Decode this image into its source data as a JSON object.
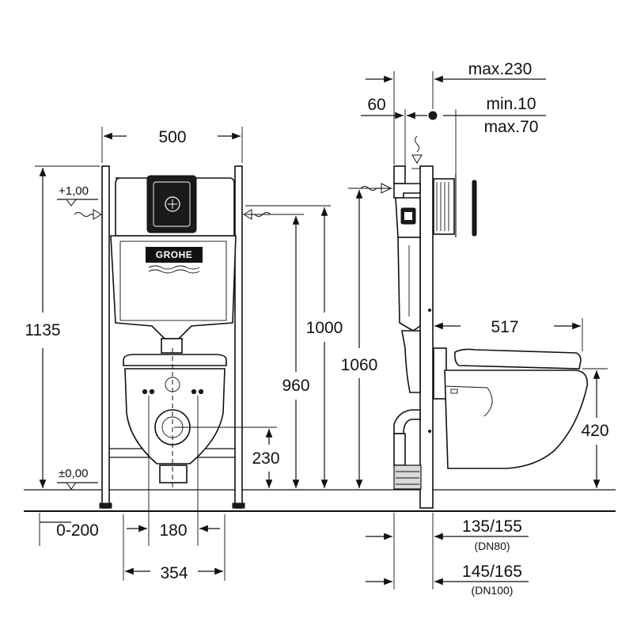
{
  "front_view": {
    "width_top": "500",
    "height_total": "1135",
    "level_top": "+1,00",
    "level_zero": "±0,00",
    "height_connection": "1000",
    "height_outlet_axis": "960",
    "height_drain_axis": "230",
    "offset_left": "0-200",
    "spacing_bolts": "180",
    "width_bottom": "354",
    "logo": "GROHE"
  },
  "side_view": {
    "max_depth": "max.230",
    "offset_pipe": "60",
    "wall_min": "min.10",
    "wall_max": "max.70",
    "height_cistern": "1060",
    "projection": "517",
    "seat_height": "420",
    "drain_dn80": "135/155",
    "drain_dn80_label": "(DN80)",
    "drain_dn100": "145/165",
    "drain_dn100_label": "(DN100)"
  }
}
